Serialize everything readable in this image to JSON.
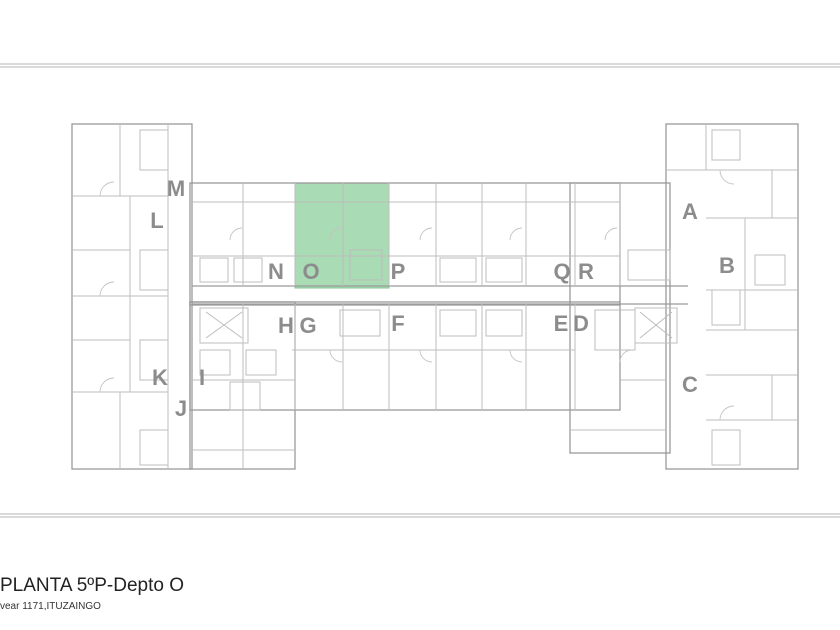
{
  "title": "PLANTA 5ºP-Depto O",
  "address": "vear 1171,ITUZAINGO",
  "highlight": {
    "unit": "O",
    "color": "#a9dbb4"
  },
  "unit_labels": [
    {
      "id": "A",
      "text": "A"
    },
    {
      "id": "B",
      "text": "B"
    },
    {
      "id": "C",
      "text": "C"
    },
    {
      "id": "D",
      "text": "D"
    },
    {
      "id": "E",
      "text": "E"
    },
    {
      "id": "F",
      "text": "F"
    },
    {
      "id": "G",
      "text": "G"
    },
    {
      "id": "H",
      "text": "H"
    },
    {
      "id": "I",
      "text": "I"
    },
    {
      "id": "J",
      "text": "J"
    },
    {
      "id": "K",
      "text": "K"
    },
    {
      "id": "L",
      "text": "L"
    },
    {
      "id": "M",
      "text": "M"
    },
    {
      "id": "N",
      "text": "N"
    },
    {
      "id": "O",
      "text": "O"
    },
    {
      "id": "P",
      "text": "P"
    },
    {
      "id": "Q",
      "text": "Q"
    },
    {
      "id": "R",
      "text": "R"
    }
  ]
}
